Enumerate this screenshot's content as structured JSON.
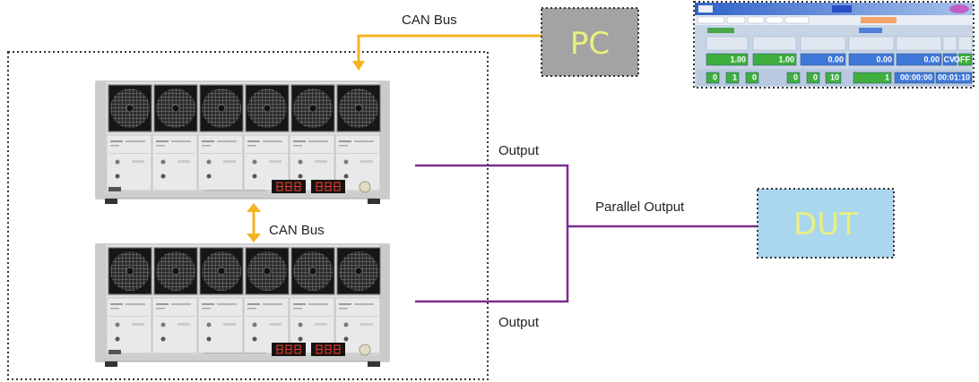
{
  "diagram": {
    "labels": {
      "can_bus_top": "CAN Bus",
      "can_bus_middle": "CAN Bus",
      "output_top": "Output",
      "output_bottom": "Output",
      "parallel_output": "Parallel Output"
    },
    "nodes": {
      "pc": "PC",
      "dut": "DUT"
    },
    "software_screenshot": {
      "readings": [
        "1.00",
        "1.00",
        "0.00",
        "0.00",
        "0.00"
      ],
      "mode": "CV",
      "output_state": "OFF",
      "counters": [
        "0",
        "1",
        "0",
        "0",
        "0",
        "10"
      ],
      "count": "1",
      "elapsed": "00:00:00",
      "total": "00:01:10"
    },
    "colors": {
      "can_bus": "#f5b321",
      "output_line": "#7b2d8e",
      "pc_fill": "#a3a3a3",
      "dut_fill": "#aad6ee",
      "node_text": "#e9f07e",
      "sw_green": "#3fae3f",
      "sw_blue": "#3f78d8"
    }
  }
}
